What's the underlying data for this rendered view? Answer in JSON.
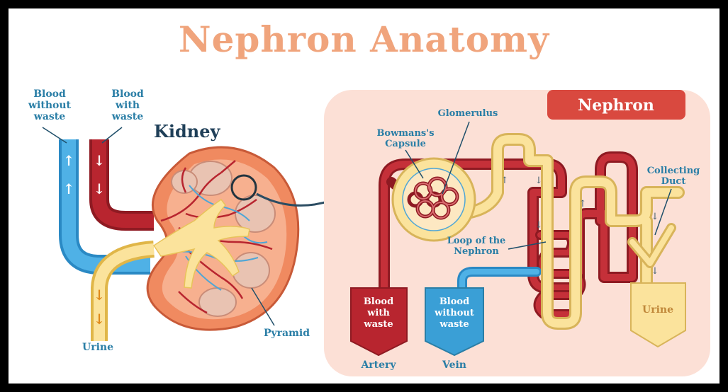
{
  "title": "Nephron Anatomy",
  "colors": {
    "title": "#f0a47c",
    "label_blue": "#2a7ea6",
    "label_dark": "#1f4f6a",
    "blood_red": "#b8252f",
    "blood_blue": "#3a9fd6",
    "urine_yellow": "#fbe39c",
    "kidney_orange": "#f08a60",
    "panel_pink": "#fce0d6",
    "tag_red": "#d9493f"
  },
  "kidney": {
    "heading": "Kidney",
    "vessel_left_label": "Blood\nwithout\nwaste",
    "vessel_right_label": "Blood\nwith\nwaste",
    "urine_label": "Urine",
    "pyramid_label": "Pyramid"
  },
  "nephron": {
    "tag": "Nephron",
    "glomerulus": "Glomerulus",
    "bowmans": "Bowmans's\nCapsule",
    "loop": "Loop of the\nNephron",
    "collecting": "Collecting\nDuct",
    "artery_box": "Blood\nwith\nwaste",
    "vein_box": "Blood\nwithout\nwaste",
    "urine_box": "Urine",
    "artery": "Artery",
    "vein": "Vein"
  },
  "icons": {
    "up_arrow": "↑",
    "down_arrow": "↓"
  }
}
